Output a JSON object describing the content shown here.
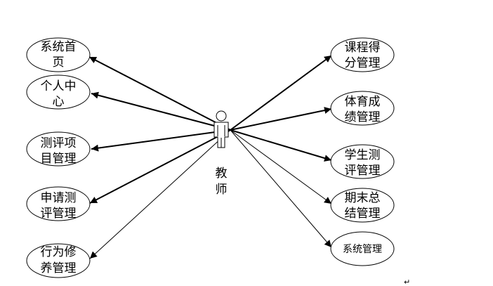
{
  "actor": {
    "label_lines": [
      "教",
      "师"
    ]
  },
  "left_use_cases": [
    {
      "id": "home",
      "lines": [
        "系统首",
        "页"
      ]
    },
    {
      "id": "personal",
      "lines": [
        "个人中",
        "心"
      ]
    },
    {
      "id": "eval",
      "lines": [
        "测评项",
        "目管理"
      ]
    },
    {
      "id": "apply",
      "lines": [
        "申请测",
        "评管理"
      ]
    },
    {
      "id": "conduct",
      "lines": [
        "行为修",
        "养管理"
      ]
    }
  ],
  "right_use_cases": [
    {
      "id": "course",
      "lines": [
        "课程得",
        "分管理"
      ]
    },
    {
      "id": "pe",
      "lines": [
        "体育成",
        "绩管理"
      ]
    },
    {
      "id": "student",
      "lines": [
        "学生测",
        "评管理"
      ]
    },
    {
      "id": "final",
      "lines": [
        "期末总",
        "结管理"
      ]
    },
    {
      "id": "system",
      "lines": [
        "系统管理"
      ]
    }
  ],
  "return_mark": "↵"
}
